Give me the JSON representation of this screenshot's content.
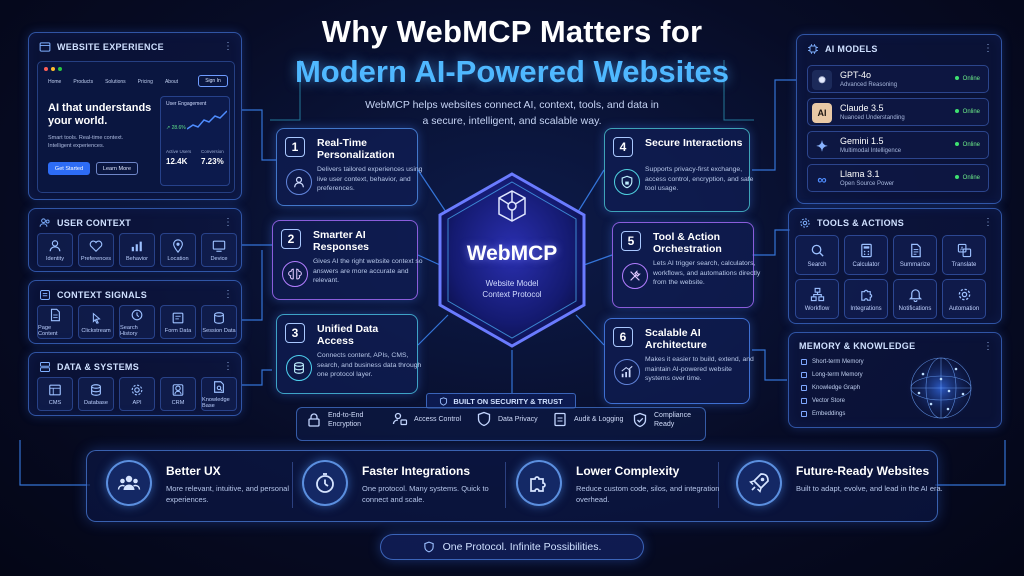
{
  "header": {
    "title_line1": "Why WebMCP Matters for",
    "title_line2": "Modern AI-Powered Websites",
    "subtitle_line1": "WebMCP helps websites connect AI, context, tools, and data in",
    "subtitle_line2": "a secure, intelligent, and scalable way."
  },
  "website_experience": {
    "title": "WEBSITE EXPERIENCE",
    "nav": [
      "Home",
      "Products",
      "Solutions",
      "Pricing",
      "About"
    ],
    "signin": "Sign In",
    "headline_line1": "AI that understands",
    "headline_line2": "your world.",
    "tagline_line1": "Smart tools. Real-time context.",
    "tagline_line2": "Intelligent experiences.",
    "cta_primary": "Get Started",
    "cta_secondary": "Learn More",
    "engagement_label": "User Engagement",
    "engagement_change": "↗ 28.6%",
    "active_users_label": "Active Users",
    "active_users_value": "12.4K",
    "conversion_label": "Conversion",
    "conversion_value": "7.23%"
  },
  "user_context": {
    "title": "USER CONTEXT",
    "items": [
      "Identity",
      "Preferences",
      "Behavior",
      "Location",
      "Device"
    ]
  },
  "context_signals": {
    "title": "CONTEXT SIGNALS",
    "items": [
      "Page Content",
      "Clickstream",
      "Search History",
      "Form Data",
      "Session Data"
    ]
  },
  "data_systems": {
    "title": "DATA & SYSTEMS",
    "items": [
      "CMS",
      "Database",
      "API",
      "CRM",
      "Knowledge Base"
    ]
  },
  "hub": {
    "name": "WebMCP",
    "desc_line1": "Website Model",
    "desc_line2": "Context Protocol"
  },
  "features": [
    {
      "num": "1",
      "title": "Real-Time Personalization",
      "desc": "Delivers tailored experiences using live user context, behavior, and preferences."
    },
    {
      "num": "2",
      "title": "Smarter AI Responses",
      "desc": "Gives AI the right website context so answers are more accurate and relevant."
    },
    {
      "num": "3",
      "title": "Unified Data Access",
      "desc": "Connects content, APIs, CMS, search, and business data through one protocol layer."
    },
    {
      "num": "4",
      "title": "Secure Interactions",
      "desc": "Supports privacy-first exchange, access control, encryption, and safe tool usage."
    },
    {
      "num": "5",
      "title": "Tool & Action Orchestration",
      "desc": "Lets AI trigger search, calculators, workflows, and automations directly from the website."
    },
    {
      "num": "6",
      "title": "Scalable AI Architecture",
      "desc": "Makes it easier to build, extend, and maintain AI-powered website systems over time."
    }
  ],
  "ai_models": {
    "title": "AI MODELS",
    "items": [
      {
        "name": "GPT-4o",
        "desc": "Advanced Reasoning",
        "status": "Online"
      },
      {
        "name": "Claude 3.5",
        "desc": "Nuanced Understanding",
        "status": "Online"
      },
      {
        "name": "Gemini 1.5",
        "desc": "Multimodal Intelligence",
        "status": "Online"
      },
      {
        "name": "Llama 3.1",
        "desc": "Open Source Power",
        "status": "Online"
      }
    ]
  },
  "tools_actions": {
    "title": "TOOLS & ACTIONS",
    "items": [
      "Search",
      "Calculator",
      "Summarize",
      "Translate",
      "Workflow",
      "Integrations",
      "Notifications",
      "Automation"
    ]
  },
  "memory": {
    "title": "MEMORY & KNOWLEDGE",
    "items": [
      "Short-term Memory",
      "Long-term Memory",
      "Knowledge Graph",
      "Vector Store",
      "Embeddings"
    ]
  },
  "security": {
    "title": "BUILT ON SECURITY & TRUST",
    "items": [
      "End-to-End Encryption",
      "Access Control",
      "Data Privacy",
      "Audit & Logging",
      "Compliance Ready"
    ]
  },
  "benefits": [
    {
      "title": "Better UX",
      "desc": "More relevant, intuitive, and personal experiences."
    },
    {
      "title": "Faster Integrations",
      "desc": "One protocol. Many systems. Quick to connect and scale."
    },
    {
      "title": "Lower Complexity",
      "desc": "Reduce custom code, silos, and integration overhead."
    },
    {
      "title": "Future-Ready Websites",
      "desc": "Built to adapt, evolve, and lead in the AI era."
    }
  ],
  "footer": {
    "tagline": "One Protocol. Infinite Possibilities."
  },
  "colors": {
    "accent": "#4fb8ff",
    "online": "#3ee070",
    "hub_glow": "#6a7bff"
  }
}
